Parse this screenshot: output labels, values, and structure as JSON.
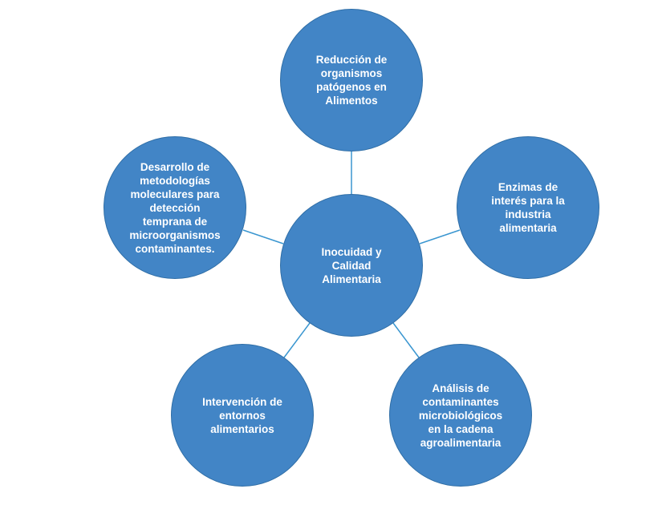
{
  "center": {
    "label": "Inocuidad y\nCalidad\nAlimentaria"
  },
  "nodes": [
    {
      "label": "Reducción de\norganismos\npatógenos en\nAlimentos"
    },
    {
      "label": "Enzimas de\ninterés para la\nindustria\nalimentaria"
    },
    {
      "label": "Análisis de\ncontaminantes\nmicrobiológicos\nen la cadena\nagroalimentaria"
    },
    {
      "label": "Intervención de\nentornos\nalimentarios"
    },
    {
      "label": "Desarrollo de\nmetodologías\nmoleculares para\ndetección\ntemprana de\nmicroorganismos\ncontaminantes."
    }
  ],
  "colors": {
    "fill": "#4285c6",
    "stroke": "#2f6ea6",
    "connector": "#3a96d0"
  }
}
